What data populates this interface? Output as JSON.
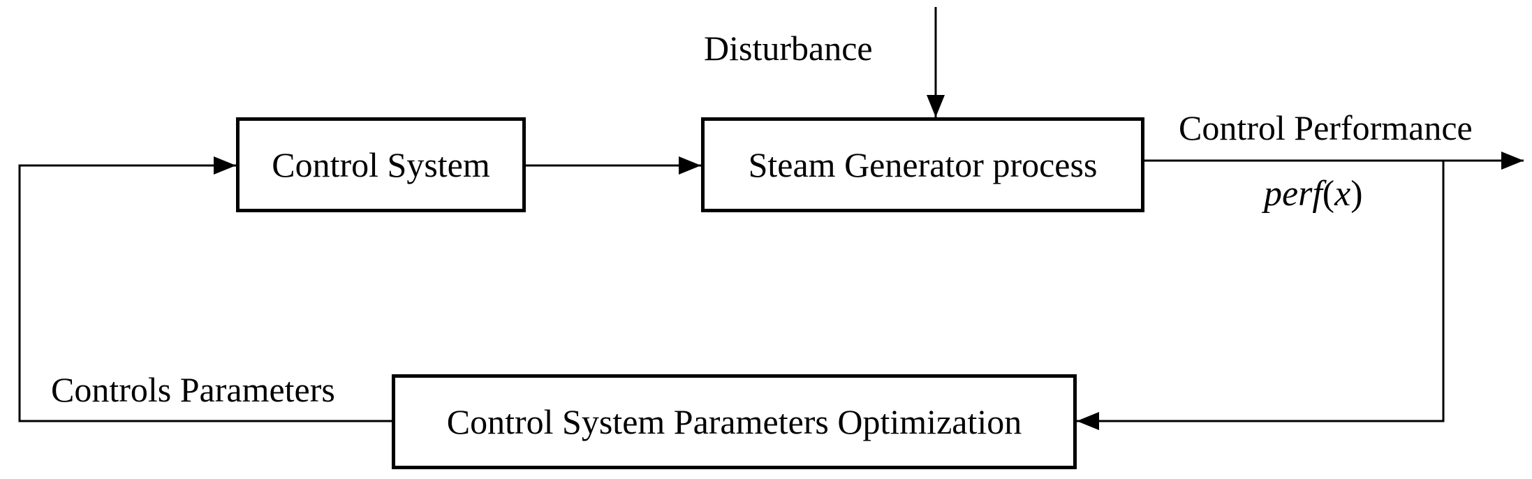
{
  "blocks": {
    "control_system": "Control System",
    "steam_generator": "Steam Generator process",
    "optimization": "Control System Parameters Optimization"
  },
  "labels": {
    "disturbance": "Disturbance",
    "control_performance": "Control Performance",
    "controls_parameters": "Controls Parameters"
  },
  "formula": {
    "func": "perf",
    "open": "(",
    "var": "x",
    "close": ")"
  },
  "colors": {
    "line": "#000000",
    "background": "#ffffff"
  }
}
